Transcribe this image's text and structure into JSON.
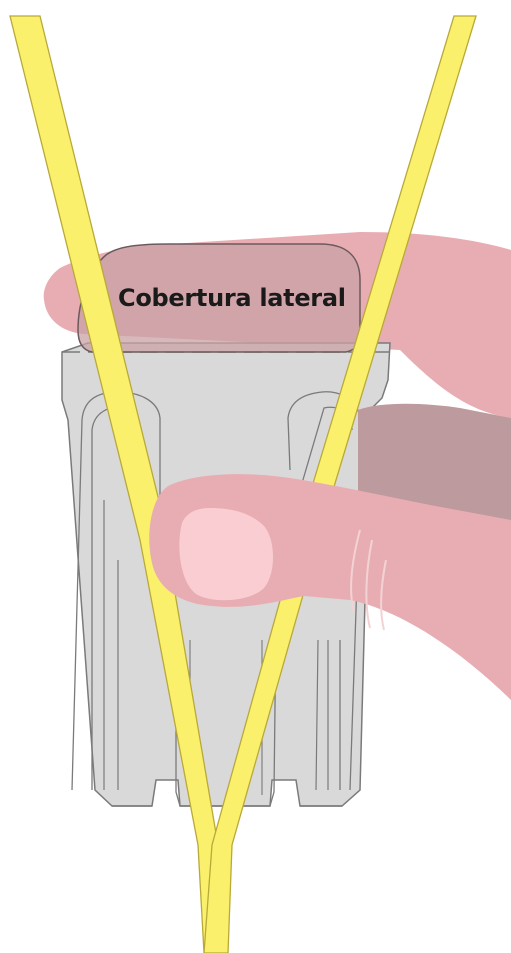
{
  "diagram": {
    "label": "Cobertura lateral",
    "parts": {
      "holder": "holder",
      "cover": "side-cover",
      "strap_left": "strap-left",
      "strap_right": "strap-right",
      "upper_hand": "upper-fingers",
      "thumb": "thumb"
    },
    "colors": {
      "strap_fill": "#fbf06b",
      "strap_stroke": "#b8a93a",
      "holder_fill": "#d9d9d9",
      "holder_stroke": "#7a7a7a",
      "skin_fill": "#e8adb2",
      "skin_shadow": "#bd9a9e",
      "nail_fill": "#f9cdd1",
      "cover_fill": "#c9a2a6",
      "text_color": "#1a1a1a"
    }
  }
}
